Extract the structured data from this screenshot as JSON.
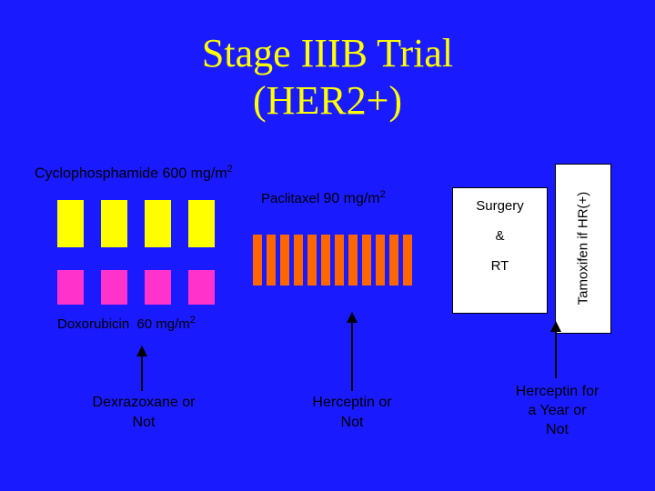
{
  "title": {
    "line1": "Stage IIIB Trial",
    "line2": "(HER2+)"
  },
  "cyclophosphamide": {
    "name": "Cyclophosphamide",
    "dose": "600 mg/m",
    "sup": "2"
  },
  "paclitaxel": {
    "name": "Paclitaxel",
    "dose": "90 mg/m",
    "sup": "2"
  },
  "doxorubicin": {
    "name": "Doxorubicin",
    "dose": "60 mg/m",
    "sup": "2"
  },
  "surgery_box": {
    "line1": "Surgery",
    "line2": "&",
    "line3": "RT"
  },
  "tamoxifen": {
    "text": "Tamoxifen if HR(+)"
  },
  "arrows": [
    {
      "line1": "Dexrazoxane or",
      "line2": "Not"
    },
    {
      "line1": "Herceptin or",
      "line2": "Not"
    },
    {
      "line1": "Herceptin for",
      "line2": "a Year or",
      "line3": "Not"
    }
  ],
  "colors": {
    "background": "#1a1aff",
    "title": "#ffff00",
    "cyclophosphamide_block": "#ffff00",
    "doxorubicin_block": "#ff33cc",
    "paclitaxel_block": "#ff6600"
  }
}
